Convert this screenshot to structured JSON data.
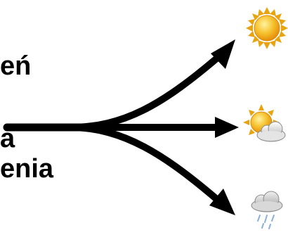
{
  "text_fragments": [
    "eń",
    "a",
    "enia"
  ],
  "icons": [
    "sun-icon",
    "partly-cloudy-icon",
    "rain-cloud-icon"
  ],
  "colors": {
    "arrow": "#000000",
    "sun_fill": "#f2b320",
    "sun_ray": "#e7a010",
    "cloud_fill": "#e6e6e6",
    "cloud_stroke": "#9a9a9a",
    "rain": "#8ab0d8"
  }
}
